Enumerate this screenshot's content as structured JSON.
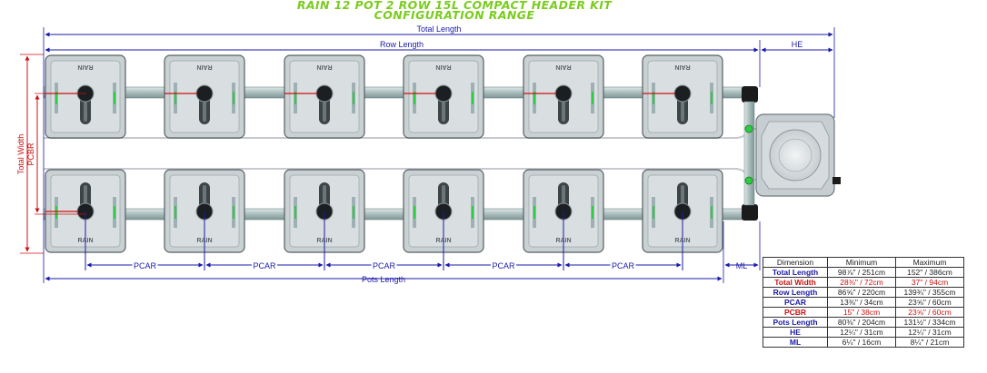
{
  "title": {
    "line1": "RAIN 12 POT 2 ROW 15L COMPACT HEADER KIT",
    "line2": "CONFIGURATION RANGE"
  },
  "colors": {
    "title": "#7acc1e",
    "dim_blue": "#1a1aa8",
    "dim_red": "#cc1111",
    "pipe": "#a9bcbc",
    "pot_body": "#c9d1d3",
    "green_fitting": "#2ecc40"
  },
  "labels": {
    "total_length": "Total Length",
    "row_length": "Row Length",
    "he": "HE",
    "total_width": "Total Width",
    "pcbr": "PCBR",
    "pcar": "PCAR",
    "ml": "ML",
    "pots_length": "Pots Length",
    "pot_brand": "RAIN"
  },
  "table": {
    "headers": [
      "Dimension",
      "Minimum",
      "Maximum"
    ],
    "rows": [
      {
        "name": "Total Length",
        "min": "98⅞\" / 251cm",
        "max": "152\" / 386cm",
        "color": "#1a1aa8"
      },
      {
        "name": "Total Width",
        "min": "28⅜\" / 72cm",
        "max": "37\" / 94cm",
        "color": "#cc1111"
      },
      {
        "name": "Row Length",
        "min": "86⅝\" / 220cm",
        "max": "139¾\" / 355cm",
        "color": "#1a1aa8"
      },
      {
        "name": "PCAR",
        "min": "13⅜\" / 34cm",
        "max": "23⅝\" / 60cm",
        "color": "#1a1aa8"
      },
      {
        "name": "PCBR",
        "min": "15\" / 38cm",
        "max": "23⅝\" / 60cm",
        "color": "#cc1111"
      },
      {
        "name": "Pots Length",
        "min": "80⅜\" / 204cm",
        "max": "131½\" / 334cm",
        "color": "#1a1aa8"
      },
      {
        "name": "HE",
        "min": "12¼\" / 31cm",
        "max": "12¼\" / 31cm",
        "color": "#1a1aa8"
      },
      {
        "name": "ML",
        "min": "6¼\" / 16cm",
        "max": "8¼\" / 21cm",
        "color": "#1a1aa8"
      }
    ]
  }
}
